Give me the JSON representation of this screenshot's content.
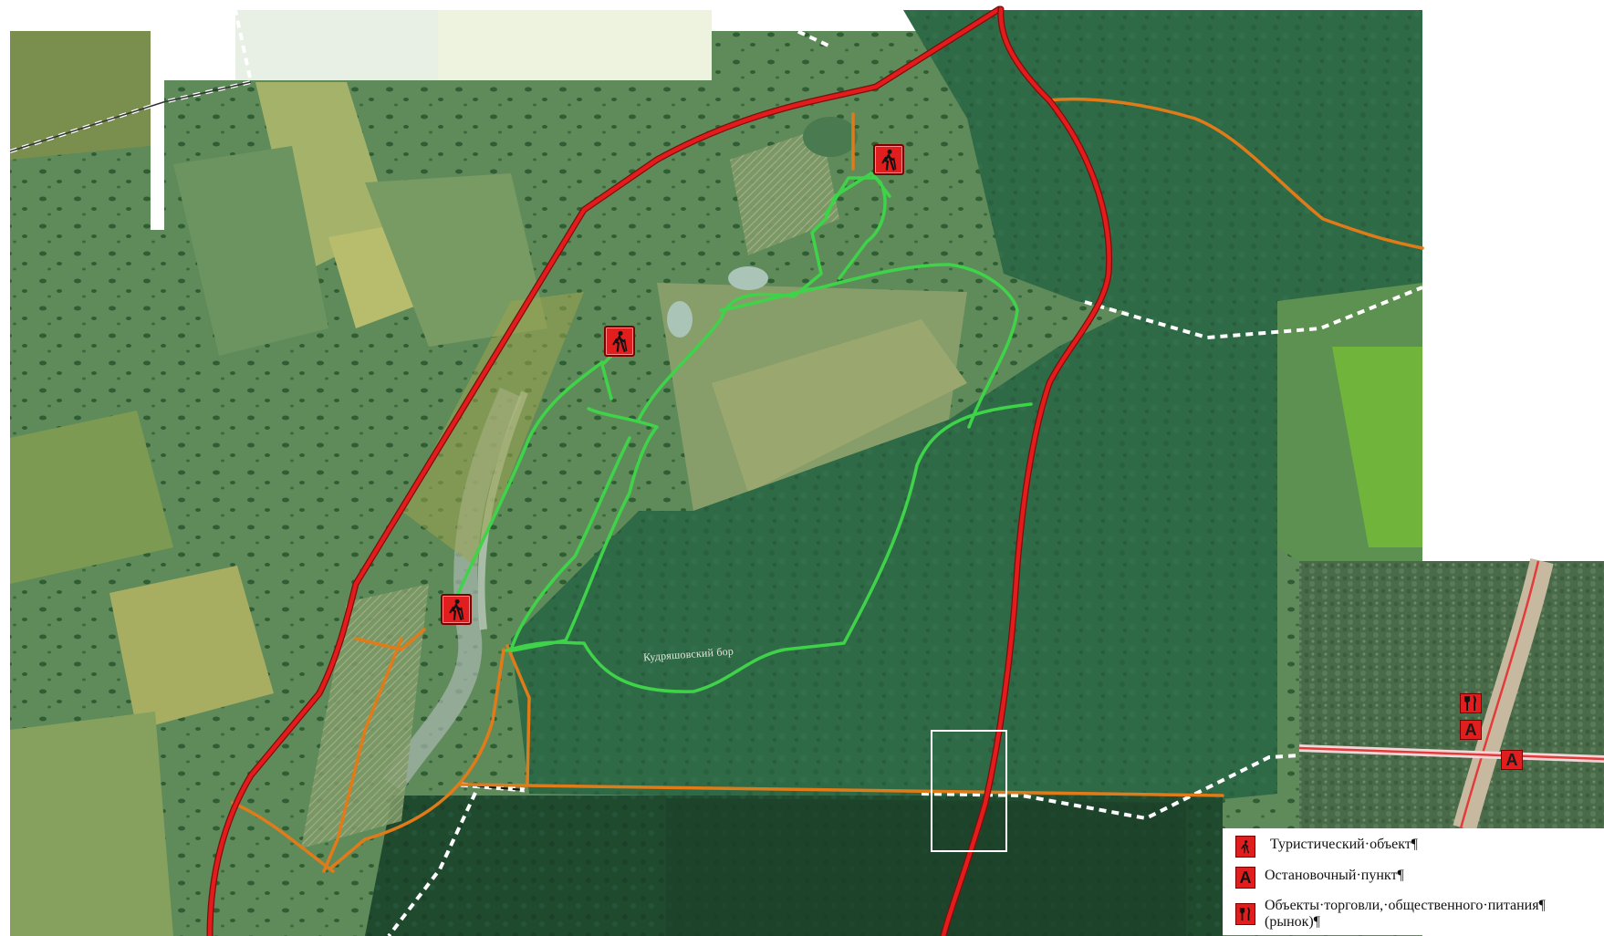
{
  "map_label": "Кудряшовский бор",
  "legend": {
    "tourist": "Туристический·объект¶",
    "stop": "Остановочный·пункт¶",
    "food_line1": "Объекты·торговли,·общественного·питания¶",
    "food_line2": "(рынок)¶",
    "stop_letter": "A"
  },
  "icons": {
    "tourist": "hiker-icon",
    "stop": "bus-stop-icon",
    "food": "fork-knife-icon"
  },
  "colors": {
    "main_road": "#e31b1b",
    "secondary_road": "#e07b1a",
    "trail": "#3fd34a",
    "marker": "#e11d1d",
    "border_dashed": "#ffffff"
  }
}
